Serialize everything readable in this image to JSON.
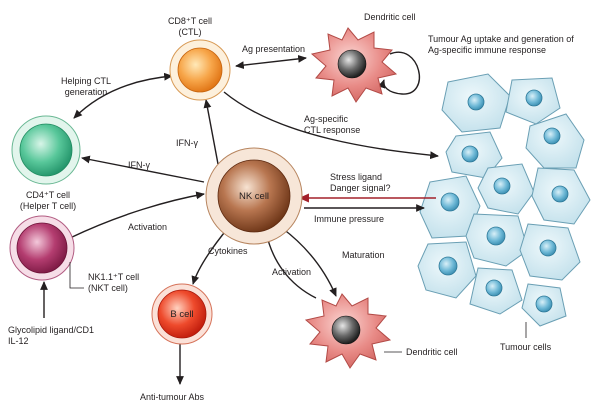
{
  "cells": {
    "cd8": {
      "name": "CD8⁺T cell",
      "sub": "(CTL)"
    },
    "dendritic_top": {
      "name": "Dendritic cell"
    },
    "cd4": {
      "name": "CD4⁺T cell",
      "sub": "(Helper T cell)"
    },
    "nk": {
      "name": "NK cell"
    },
    "nkt": {
      "name": "NK1.1⁺T cell",
      "sub": "(NKT cell)"
    },
    "bcell": {
      "name": "B cell"
    },
    "dendritic_bottom": {
      "name": "Dendritic cell"
    },
    "tumour": {
      "name": "Tumour cells"
    }
  },
  "labels": {
    "ag_presentation": "Ag presentation",
    "tumour_ag_line1": "Tumour Ag uptake and generation of",
    "tumour_ag_line2": "Ag-specific immune response",
    "helping_ctl_line1": "Helping CTL",
    "helping_ctl_line2": "generation",
    "ag_specific_line1": "Ag-specific",
    "ag_specific_line2": "CTL response",
    "ifn_gamma_up": "IFN-γ",
    "ifn_gamma_left": "IFN-γ",
    "stress_ligand": "Stress ligand",
    "danger_signal": "Danger signal?",
    "immune_pressure": "Immune pressure",
    "activation_nkt": "Activation",
    "cytokines": "Cytokines",
    "activation_dc": "Activation",
    "maturation": "Maturation",
    "glycolipid_line1": "Glycolipid ligand/CD1",
    "glycolipid_line2": "IL-12",
    "anti_tumour": "Anti-tumour Abs"
  },
  "colors": {
    "cd8": "#f08a24",
    "cd4": "#3fb888",
    "nk": "#8a4a2a",
    "nkt": "#a3285a",
    "bcell": "#e0301e",
    "dendritic": "#e07b7b",
    "tumour_fill": "#c9e4ef",
    "tumour_nucleus": "#5aa8c8",
    "stress_arrow": "#a3202a"
  }
}
